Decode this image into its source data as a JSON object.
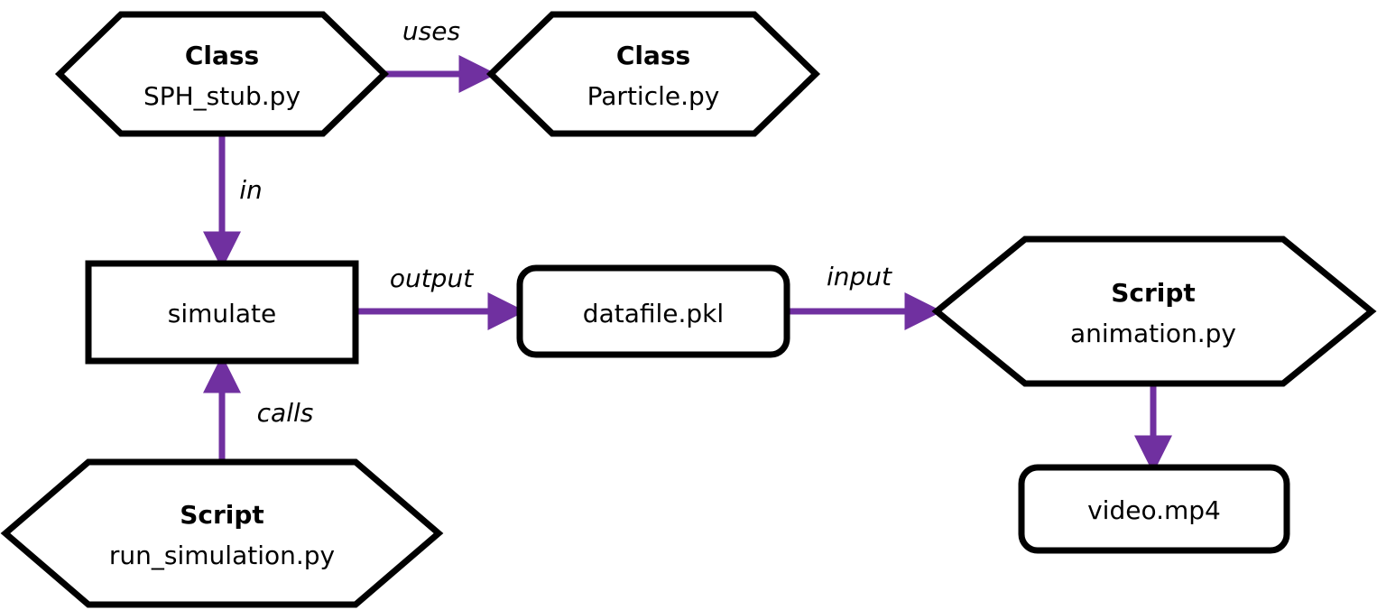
{
  "colors": {
    "stroke": "#000000",
    "arrow": "#7030a0",
    "background": "#ffffff"
  },
  "nodes": {
    "sph_stub": {
      "kind": "Class",
      "name": "SPH_stub.py"
    },
    "particle": {
      "kind": "Class",
      "name": "Particle.py"
    },
    "simulate": {
      "name": "simulate"
    },
    "datafile": {
      "name": "datafile.pkl"
    },
    "animation": {
      "kind": "Script",
      "name": "animation.py"
    },
    "run_simulation": {
      "kind": "Script",
      "name": "run_simulation.py"
    },
    "video": {
      "name": "video.mp4"
    }
  },
  "edges": {
    "uses": "uses",
    "in": "in",
    "output": "output",
    "input": "input",
    "calls": "calls"
  }
}
